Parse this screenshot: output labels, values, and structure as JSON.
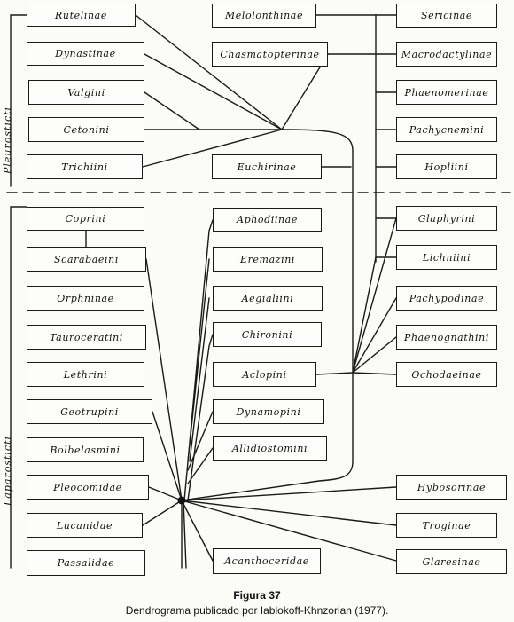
{
  "groups": {
    "pleurosticti": "Pleurosticti",
    "laparosticti": "Laparosticti"
  },
  "taxa": {
    "rutelinae": "Rutelinae",
    "dynastinae": "Dynastinae",
    "valgini": "Valgini",
    "cetonini": "Cetonini",
    "trichiini": "Trichiini",
    "melolonthinae": "Melolonthinae",
    "chasmatopterinae": "Chasmatopterinae",
    "euchirinae": "Euchirinae",
    "sericinae": "Sericinae",
    "macrodactylinae": "Macrodactylinae",
    "phaenomerinae": "Phaenomerinae",
    "pachycnemini": "Pachycnemini",
    "hopliini": "Hopliini",
    "glaphyrini": "Glaphyrini",
    "lichniini": "Lichniini",
    "pachypodinae": "Pachypodinae",
    "phaenognathini": "Phaenognathini",
    "ochodaeinae": "Ochodaeinae",
    "coprini": "Coprini",
    "scarabaeini": "Scarabaeini",
    "orphninae": "Orphninae",
    "tauroceratini": "Tauroceratini",
    "lethrini": "Lethrini",
    "geotrupini": "Geotrupini",
    "bolbelasmini": "Bolbelasmini",
    "pleocomidae": "Pleocomidae",
    "lucanidae": "Lucanidae",
    "passalidae": "Passalidae",
    "aphodiinae": "Aphodiinae",
    "eremazini": "Eremazini",
    "aegialiini": "Aegialiini",
    "chironini": "Chironini",
    "aclopini": "Aclopini",
    "dynamopini": "Dynamopini",
    "allidiostomini": "Allidiostomini",
    "acanthoceridae": "Acanthoceridae",
    "hybosorinae": "Hybosorinae",
    "troginae": "Troginae",
    "glaresinae": "Glaresinae"
  },
  "caption": {
    "title": "Figura 37",
    "text": "Dendrograma publicado por Iablokoff-Khnzorian (1977)."
  },
  "colors": {
    "ink": "#1a1a1a",
    "paper": "#fbfbf8"
  }
}
